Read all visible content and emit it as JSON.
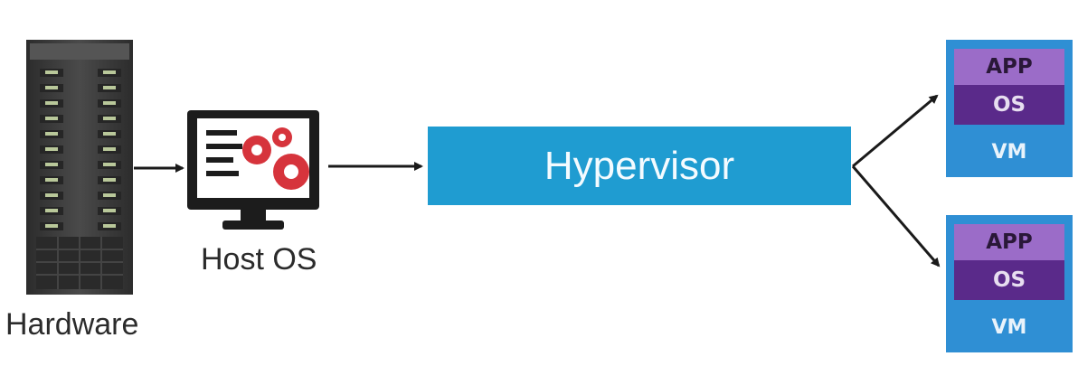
{
  "labels": {
    "hardware": "Hardware",
    "host_os": "Host OS",
    "hypervisor": "Hypervisor"
  },
  "vms": [
    {
      "app": "APP",
      "os": "OS",
      "vm": "VM"
    },
    {
      "app": "APP",
      "os": "OS",
      "vm": "VM"
    }
  ],
  "colors": {
    "hypervisor": "#1f9cd1",
    "vm_frame": "#2f8fd4",
    "app_layer": "#9b6cc8",
    "os_layer": "#5a2a8a",
    "server": "#3a3a3a",
    "gear": "#d6343c"
  },
  "icons": [
    "server-rack-icon",
    "monitor-gears-icon"
  ]
}
